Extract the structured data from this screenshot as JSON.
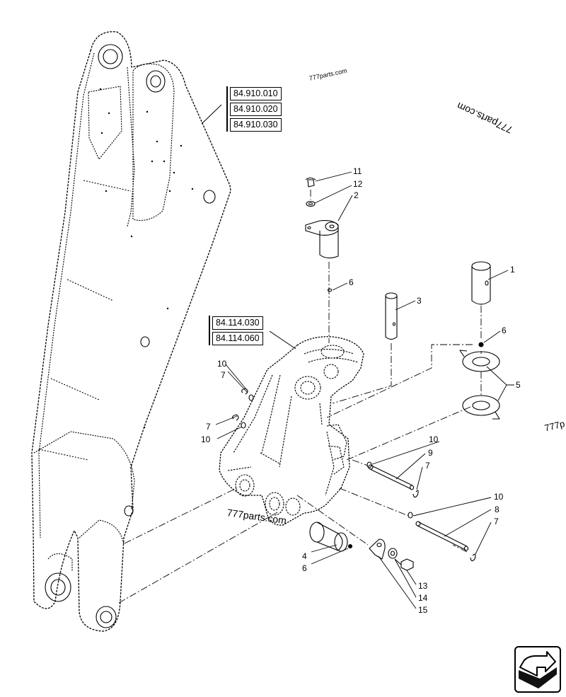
{
  "references": {
    "boom": [
      "84.910.010",
      "84.910.020",
      "84.910.030"
    ],
    "mount": [
      "84.114.030",
      "84.114.060"
    ]
  },
  "callouts": {
    "c1": "1",
    "c2": "2",
    "c3": "3",
    "c4": "4",
    "c5": "5",
    "c6a": "6",
    "c6b": "6",
    "c6c": "6",
    "c7a": "7",
    "c7b": "7",
    "c7c": "7",
    "c7d": "7",
    "c8": "8",
    "c9": "9",
    "c10a": "10",
    "c10b": "10",
    "c10c": "10",
    "c10d": "10",
    "c11": "11",
    "c12": "12",
    "c13": "13",
    "c14": "14",
    "c15": "15"
  },
  "watermarks": {
    "w1": "777parts.com",
    "w2": "777parts.com",
    "w3": "777parts.com",
    "w4": "777p"
  },
  "navigation": {
    "icon": "next-page-arrow-icon"
  }
}
